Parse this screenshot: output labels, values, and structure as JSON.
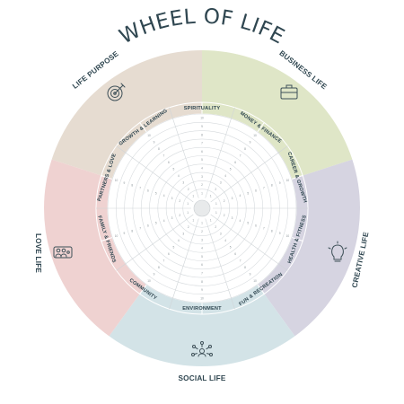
{
  "title": "WHEEL OF LIFE",
  "quadrants": [
    {
      "label": "LIFE PURPOSE",
      "color": "#e6dcd1",
      "icon": "target-icon"
    },
    {
      "label": "BUSINESS LIFE",
      "color": "#dfe6c7",
      "icon": "briefcase-icon"
    },
    {
      "label": "CREATIVE LIFE",
      "color": "#d6d4e1",
      "icon": "lightbulb-icon"
    },
    {
      "label": "SOCIAL LIFE",
      "color": "#d3e3e7",
      "icon": "network-people-icon"
    },
    {
      "label": "LOVE LIFE",
      "color": "#efd2d1",
      "icon": "family-icon"
    }
  ],
  "segments": [
    {
      "label": "SPIRITUALITY"
    },
    {
      "label": "MONEY & FINANCE"
    },
    {
      "label": "CAREER & GROWTH"
    },
    {
      "label": "HEALTH & FITNESS"
    },
    {
      "label": "FUN & RECREATION"
    },
    {
      "label": "ENVIRONMENT"
    },
    {
      "label": "COMMUNITY"
    },
    {
      "label": "FAMILY & FRIENDS"
    },
    {
      "label": "PARTNERS & LOVE"
    },
    {
      "label": "GROWTH & LEARNING"
    }
  ],
  "scale": [
    "1",
    "2",
    "3",
    "4",
    "5",
    "6",
    "7",
    "8",
    "9",
    "10"
  ]
}
